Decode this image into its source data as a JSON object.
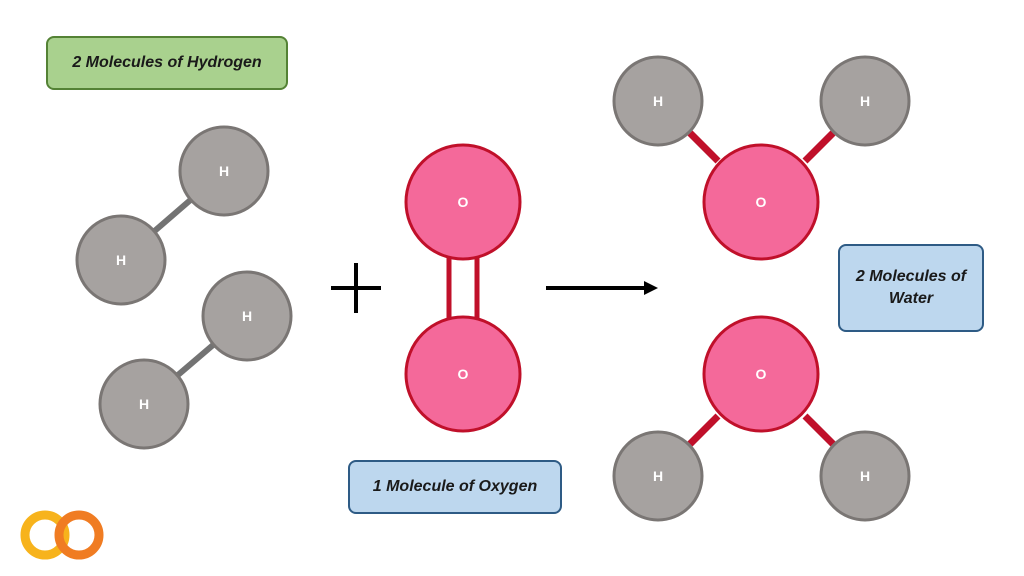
{
  "labels": {
    "hydrogen": "2 Molecules of Hydrogen",
    "oxygen": "1 Molecule of Oxygen",
    "water": "2 Molecules of Water"
  },
  "atoms": {
    "hydrogen": "H",
    "oxygen": "O"
  },
  "colors": {
    "hydrogen_fill": "#a6a2a0",
    "hydrogen_stroke": "#7a7674",
    "oxygen_fill": "#f4699a",
    "oxygen_stroke": "#c0102a",
    "bond_gray": "#737373",
    "bond_light": "#bfbfbf",
    "bond_red": "#c0102a",
    "arrow": "#000000",
    "logo_orange": "#f07c22",
    "logo_yellow": "#f7b31c"
  },
  "icons": {
    "plus": "plus-icon",
    "arrow": "arrow-right-icon",
    "logo": "logo-icon"
  }
}
